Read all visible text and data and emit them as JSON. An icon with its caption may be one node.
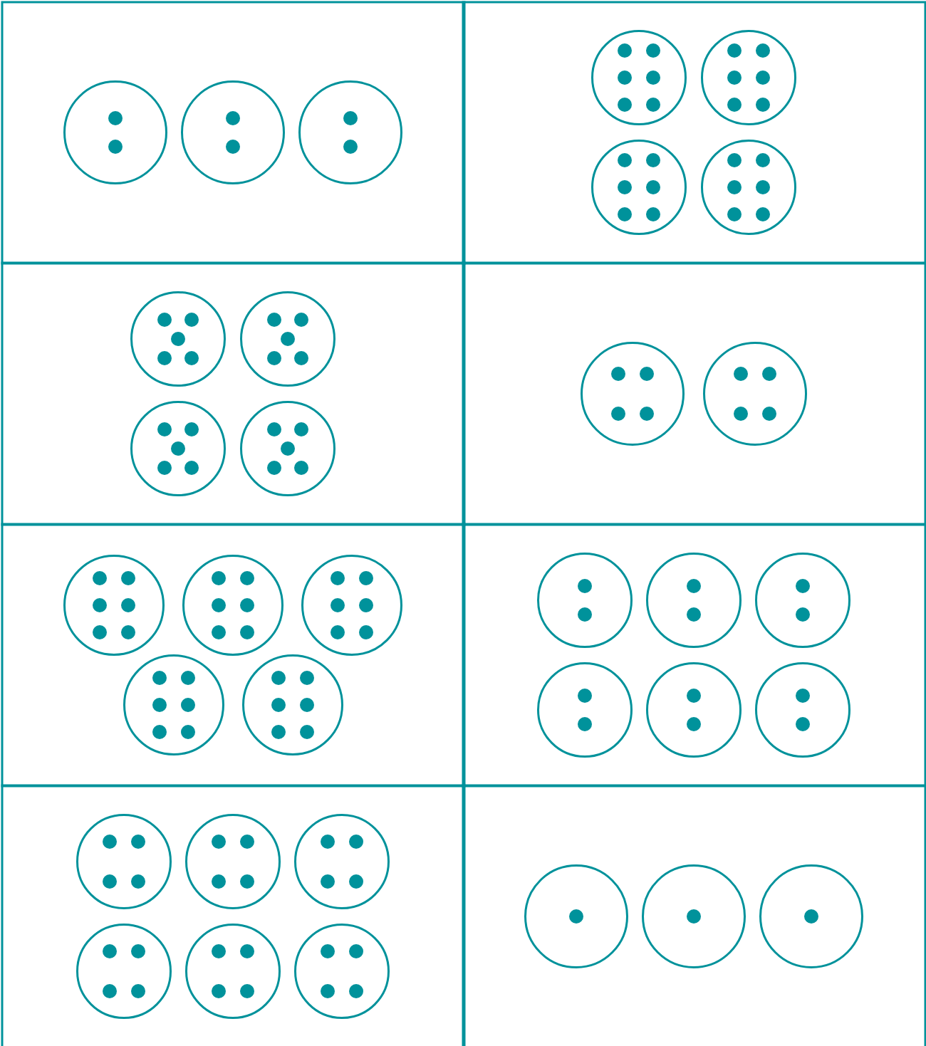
{
  "diagram": {
    "nodes": [
      {
        "text": [],
        "shape": "box"
      },
      {
        "text": [],
        "shape": "circle",
        "in": 0
      },
      {
        "text": [],
        "shape": "dot",
        "in": 1
      },
      {
        "text": [],
        "shape": "dot",
        "in": 1
      },
      {
        "text": [],
        "shape": "circle",
        "in": 0
      },
      {
        "text": [],
        "shape": "dot",
        "in": 4
      },
      {
        "text": [],
        "shape": "dot",
        "in": 4
      },
      {
        "text": [],
        "shape": "circle",
        "in": 0
      },
      {
        "text": [],
        "shape": "dot",
        "in": 7
      },
      {
        "text": [],
        "shape": "dot",
        "in": 7
      },
      {
        "text": [],
        "shape": "box"
      },
      {
        "text": [],
        "shape": "circle",
        "in": 10
      },
      {
        "text": [],
        "shape": "dot",
        "in": 11
      },
      {
        "text": [],
        "shape": "dot",
        "in": 11
      },
      {
        "text": [],
        "shape": "dot",
        "in": 11
      },
      {
        "text": [],
        "shape": "dot",
        "in": 11
      },
      {
        "text": [],
        "shape": "dot",
        "in": 11
      },
      {
        "text": [],
        "shape": "dot",
        "in": 11
      },
      {
        "text": [],
        "shape": "circle",
        "in": 10
      },
      {
        "text": [],
        "shape": "dot",
        "in": 18
      },
      {
        "text": [],
        "shape": "dot",
        "in": 18
      },
      {
        "text": [],
        "shape": "dot",
        "in": 18
      },
      {
        "text": [],
        "shape": "dot",
        "in": 18
      },
      {
        "text": [],
        "shape": "dot",
        "in": 18
      },
      {
        "text": [],
        "shape": "dot",
        "in": 18
      },
      {
        "text": [],
        "shape": "circle",
        "in": 10
      },
      {
        "text": [],
        "shape": "dot",
        "in": 25
      },
      {
        "text": [],
        "shape": "dot",
        "in": 25
      },
      {
        "text": [],
        "shape": "dot",
        "in": 25
      },
      {
        "text": [],
        "shape": "dot",
        "in": 25
      },
      {
        "text": [],
        "shape": "dot",
        "in": 25
      },
      {
        "text": [],
        "shape": "dot",
        "in": 25
      },
      {
        "text": [],
        "shape": "circle",
        "in": 10
      },
      {
        "text": [],
        "shape": "dot",
        "in": 32
      },
      {
        "text": [],
        "shape": "dot",
        "in": 32
      },
      {
        "text": [],
        "shape": "dot",
        "in": 32
      },
      {
        "text": [],
        "shape": "dot",
        "in": 32
      },
      {
        "text": [],
        "shape": "dot",
        "in": 32
      },
      {
        "text": [],
        "shape": "dot",
        "in": 32
      },
      {
        "text": [],
        "shape": "box"
      },
      {
        "text": [],
        "shape": "circle",
        "in": 39
      },
      {
        "text": [],
        "shape": "dot",
        "in": 40
      },
      {
        "text": [],
        "shape": "dot",
        "in": 40
      },
      {
        "text": [],
        "shape": "dot",
        "in": 40
      },
      {
        "text": [],
        "shape": "dot",
        "in": 40
      },
      {
        "text": [],
        "shape": "dot",
        "in": 40
      },
      {
        "text": [],
        "shape": "circle",
        "in": 39
      },
      {
        "text": [],
        "shape": "dot",
        "in": 46
      },
      {
        "text": [],
        "shape": "dot",
        "in": 46
      },
      {
        "text": [],
        "shape": "dot",
        "in": 46
      },
      {
        "text": [],
        "shape": "dot",
        "in": 46
      },
      {
        "text": [],
        "shape": "dot",
        "in": 46
      },
      {
        "text": [],
        "shape": "circle",
        "in": 39
      },
      {
        "text": [],
        "shape": "dot",
        "in": 52
      },
      {
        "text": [],
        "shape": "dot",
        "in": 52
      },
      {
        "text": [],
        "shape": "dot",
        "in": 52
      },
      {
        "text": [],
        "shape": "dot",
        "in": 52
      },
      {
        "text": [],
        "shape": "dot",
        "in": 52
      },
      {
        "text": [],
        "shape": "circle",
        "in": 39
      },
      {
        "text": [],
        "shape": "dot",
        "in": 58
      },
      {
        "text": [],
        "shape": "dot",
        "in": 58
      },
      {
        "text": [],
        "shape": "dot",
        "in": 58
      },
      {
        "text": [],
        "shape": "dot",
        "in": 58
      },
      {
        "text": [],
        "shape": "dot",
        "in": 58
      },
      {
        "text": [],
        "shape": "box"
      },
      {
        "text": [],
        "shape": "circle",
        "in": 64
      },
      {
        "text": [],
        "shape": "dot",
        "in": 65
      },
      {
        "text": [],
        "shape": "dot",
        "in": 65
      },
      {
        "text": [],
        "shape": "dot",
        "in": 65
      },
      {
        "text": [],
        "shape": "dot",
        "in": 65
      },
      {
        "text": [],
        "shape": "circle",
        "in": 64
      },
      {
        "text": [],
        "shape": "dot",
        "in": 70
      },
      {
        "text": [],
        "shape": "dot",
        "in": 70
      },
      {
        "text": [],
        "shape": "dot",
        "in": 70
      },
      {
        "text": [],
        "shape": "dot",
        "in": 70
      },
      {
        "text": [],
        "shape": "box"
      },
      {
        "text": [],
        "shape": "circle",
        "in": 75
      },
      {
        "text": [],
        "shape": "dot",
        "in": 76
      },
      {
        "text": [],
        "shape": "dot",
        "in": 76
      },
      {
        "text": [],
        "shape": "dot",
        "in": 76
      },
      {
        "text": [],
        "shape": "dot",
        "in": 76
      },
      {
        "text": [],
        "shape": "dot",
        "in": 76
      },
      {
        "text": [],
        "shape": "dot",
        "in": 76
      },
      {
        "text": [],
        "shape": "circle",
        "in": 75
      },
      {
        "text": [],
        "shape": "dot",
        "in": 83
      },
      {
        "text": [],
        "shape": "dot",
        "in": 83
      },
      {
        "text": [],
        "shape": "dot",
        "in": 83
      },
      {
        "text": [],
        "shape": "dot",
        "in": 83
      },
      {
        "text": [],
        "shape": "dot",
        "in": 83
      },
      {
        "text": [],
        "shape": "dot",
        "in": 83
      },
      {
        "text": [],
        "shape": "circle",
        "in": 75
      },
      {
        "text": [],
        "shape": "dot",
        "in": 90
      },
      {
        "text": [],
        "shape": "dot",
        "in": 90
      },
      {
        "text": [],
        "shape": "dot",
        "in": 90
      },
      {
        "text": [],
        "shape": "dot",
        "in": 90
      },
      {
        "text": [],
        "shape": "dot",
        "in": 90
      },
      {
        "text": [],
        "shape": "dot",
        "in": 90
      },
      {
        "text": [],
        "shape": "circle",
        "in": 75
      },
      {
        "text": [],
        "shape": "dot",
        "in": 97
      },
      {
        "text": [],
        "shape": "dot",
        "in": 97
      },
      {
        "text": [],
        "shape": "dot",
        "in": 97
      },
      {
        "text": [],
        "shape": "dot",
        "in": 97
      },
      {
        "text": [],
        "shape": "dot",
        "in": 97
      },
      {
        "text": [],
        "shape": "dot",
        "in": 97
      },
      {
        "text": [],
        "shape": "circle",
        "in": 75
      },
      {
        "text": [],
        "shape": "dot",
        "in": 104
      },
      {
        "text": [],
        "shape": "dot",
        "in": 104
      },
      {
        "text": [],
        "shape": "dot",
        "in": 104
      },
      {
        "text": [],
        "shape": "dot",
        "in": 104
      },
      {
        "text": [],
        "shape": "dot",
        "in": 104
      },
      {
        "text": [],
        "shape": "dot",
        "in": 104
      },
      {
        "text": [],
        "shape": "box"
      },
      {
        "text": [],
        "shape": "circle",
        "in": 111
      },
      {
        "text": [],
        "shape": "dot",
        "in": 112
      },
      {
        "text": [],
        "shape": "dot",
        "in": 112
      },
      {
        "text": [],
        "shape": "circle",
        "in": 111
      },
      {
        "text": [],
        "shape": "dot",
        "in": 115
      },
      {
        "text": [],
        "shape": "dot",
        "in": 115
      },
      {
        "text": [],
        "shape": "circle",
        "in": 111
      },
      {
        "text": [],
        "shape": "dot",
        "in": 118
      },
      {
        "text": [],
        "shape": "dot",
        "in": 118
      },
      {
        "text": [],
        "shape": "circle",
        "in": 111
      },
      {
        "text": [],
        "shape": "dot",
        "in": 121
      },
      {
        "text": [],
        "shape": "dot",
        "in": 121
      },
      {
        "text": [],
        "shape": "circle",
        "in": 111
      },
      {
        "text": [],
        "shape": "dot",
        "in": 124
      },
      {
        "text": [],
        "shape": "dot",
        "in": 124
      },
      {
        "text": [],
        "shape": "circle",
        "in": 111
      },
      {
        "text": [],
        "shape": "dot",
        "in": 127
      },
      {
        "text": [],
        "shape": "dot",
        "in": 127
      },
      {
        "text": [],
        "shape": "box"
      },
      {
        "text": [],
        "shape": "circle",
        "in": 130
      },
      {
        "text": [],
        "shape": "dot",
        "in": 131
      },
      {
        "text": [],
        "shape": "dot",
        "in": 131
      },
      {
        "text": [],
        "shape": "dot",
        "in": 131
      },
      {
        "text": [],
        "shape": "dot",
        "in": 131
      },
      {
        "text": [],
        "shape": "circle",
        "in": 130
      },
      {
        "text": [],
        "shape": "dot",
        "in": 136
      },
      {
        "text": [],
        "shape": "dot",
        "in": 136
      },
      {
        "text": [],
        "shape": "dot",
        "in": 136
      },
      {
        "text": [],
        "shape": "dot",
        "in": 136
      },
      {
        "text": [],
        "shape": "circle",
        "in": 130
      },
      {
        "text": [],
        "shape": "dot",
        "in": 141
      },
      {
        "text": [],
        "shape": "dot",
        "in": 141
      },
      {
        "text": [],
        "shape": "dot",
        "in": 141
      },
      {
        "text": [],
        "shape": "dot",
        "in": 141
      },
      {
        "text": [],
        "shape": "circle",
        "in": 130
      },
      {
        "text": [],
        "shape": "dot",
        "in": 146
      },
      {
        "text": [],
        "shape": "dot",
        "in": 146
      },
      {
        "text": [],
        "shape": "dot",
        "in": 146
      },
      {
        "text": [],
        "shape": "dot",
        "in": 146
      },
      {
        "text": [],
        "shape": "circle",
        "in": 130
      },
      {
        "text": [],
        "shape": "dot",
        "in": 151
      },
      {
        "text": [],
        "shape": "dot",
        "in": 151
      },
      {
        "text": [],
        "shape": "dot",
        "in": 151
      },
      {
        "text": [],
        "shape": "dot",
        "in": 151
      },
      {
        "text": [],
        "shape": "circle",
        "in": 130
      },
      {
        "text": [],
        "shape": "dot",
        "in": 156
      },
      {
        "text": [],
        "shape": "dot",
        "in": 156
      },
      {
        "text": [],
        "shape": "dot",
        "in": 156
      },
      {
        "text": [],
        "shape": "dot",
        "in": 156
      },
      {
        "text": [],
        "shape": "box"
      },
      {
        "text": [],
        "shape": "circle",
        "in": 161
      },
      {
        "text": [],
        "shape": "dot",
        "in": 162
      },
      {
        "text": [],
        "shape": "circle",
        "in": 161
      },
      {
        "text": [],
        "shape": "dot",
        "in": 164
      },
      {
        "text": [],
        "shape": "circle",
        "in": 161
      },
      {
        "text": [],
        "shape": "dot",
        "in": 166
      }
    ]
  }
}
